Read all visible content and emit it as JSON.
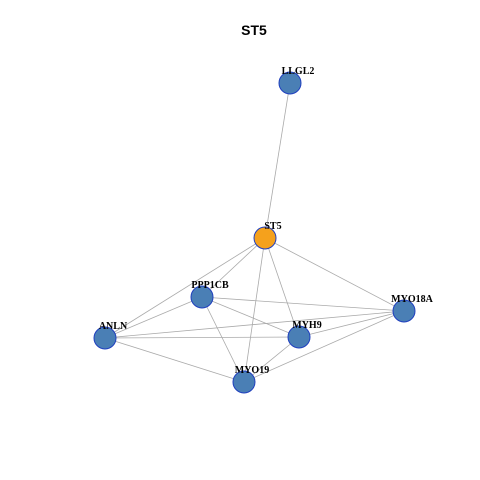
{
  "title": "ST5",
  "colors": {
    "hub": "#f5a11c",
    "node": "#4a7fb5",
    "node_border": "#1f3fbf",
    "edge": "#aaaaaa"
  },
  "nodes": [
    {
      "id": "LLGL2",
      "label": "LLGL2",
      "hub": false
    },
    {
      "id": "ST5",
      "label": "ST5",
      "hub": true
    },
    {
      "id": "PPP1CB",
      "label": "PPP1CB",
      "hub": false
    },
    {
      "id": "MYO18A",
      "label": "MYO18A",
      "hub": false
    },
    {
      "id": "ANLN",
      "label": "ANLN",
      "hub": false
    },
    {
      "id": "MYH9",
      "label": "MYH9",
      "hub": false
    },
    {
      "id": "MYO19",
      "label": "MYO19",
      "hub": false
    }
  ],
  "edges": [
    [
      "LLGL2",
      "ST5"
    ],
    [
      "ST5",
      "PPP1CB"
    ],
    [
      "ST5",
      "ANLN"
    ],
    [
      "ST5",
      "MYH9"
    ],
    [
      "ST5",
      "MYO18A"
    ],
    [
      "ST5",
      "MYO19"
    ],
    [
      "PPP1CB",
      "ANLN"
    ],
    [
      "PPP1CB",
      "MYH9"
    ],
    [
      "PPP1CB",
      "MYO18A"
    ],
    [
      "PPP1CB",
      "MYO19"
    ],
    [
      "ANLN",
      "MYO18A"
    ],
    [
      "ANLN",
      "MYH9"
    ],
    [
      "ANLN",
      "MYO19"
    ],
    [
      "MYH9",
      "MYO18A"
    ],
    [
      "MYH9",
      "MYO19"
    ],
    [
      "MYO18A",
      "MYO19"
    ]
  ]
}
